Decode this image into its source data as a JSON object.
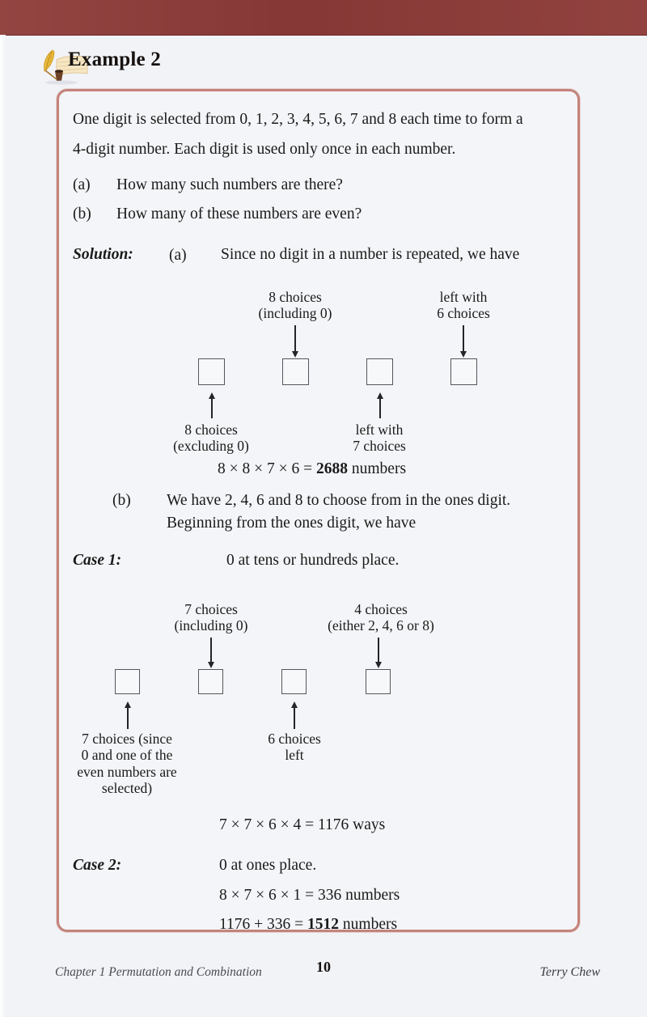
{
  "page": {
    "top_band_color": "#8d3b38",
    "box_border_color": "#c4837b",
    "background_color": "#f2f3f7"
  },
  "header": {
    "title": "Example 2",
    "icon": "quill-pen-scroll-icon"
  },
  "problem": {
    "line1": "One digit is selected from 0, 1, 2, 3, 4, 5, 6, 7 and 8 each time to form a",
    "line2": "4-digit number. Each digit is used only once in each number.",
    "part_a_label": "(a)",
    "part_a_text": "How many such numbers are there?",
    "part_b_label": "(b)",
    "part_b_text": "How many of these numbers are even?"
  },
  "solution": {
    "label": "Solution:",
    "part_label": "(a)",
    "text": "Since no digit in a number is repeated, we have"
  },
  "diagram1": {
    "boxes": [
      "",
      "",
      "",
      ""
    ],
    "top_caption_box2": "8 choices\n(including 0)",
    "top_caption_box4": "left with\n6 choices",
    "bottom_caption_box1": "8 choices\n(excluding 0)",
    "bottom_caption_box3": "left with\n7 choices",
    "equation": "8 × 8 × 7 × 6 = ",
    "equation_bold": "2688",
    "equation_tail": " numbers"
  },
  "part_b": {
    "label": "(b)",
    "line1": "We have 2, 4, 6 and 8 to choose from in the ones digit.",
    "line2": "Beginning from the ones digit, we have"
  },
  "case1": {
    "label": "Case 1:",
    "text": "0 at tens or hundreds place."
  },
  "diagram2": {
    "boxes": [
      "",
      "",
      "",
      ""
    ],
    "top_caption_box2": "7 choices\n(including 0)",
    "top_caption_box4": "4 choices\n(either 2, 4, 6 or 8)",
    "bottom_caption_box1": "7 choices (since\n0 and one of the\neven numbers are\nselected)",
    "bottom_caption_box3": "6 choices\nleft",
    "equation": "7 × 7 × 6 × 4 = 1176 ways"
  },
  "case2": {
    "label": "Case 2:",
    "text": "0 at ones place.",
    "equation1": "8 × 7 × 6 × 1 = 336 numbers",
    "equation2_head": "1176 + 336 = ",
    "equation2_bold": "1512",
    "equation2_tail": " numbers"
  },
  "footer": {
    "chapter": "Chapter 1 Permutation and Combination",
    "page_number": "10",
    "author": "Terry Chew"
  }
}
